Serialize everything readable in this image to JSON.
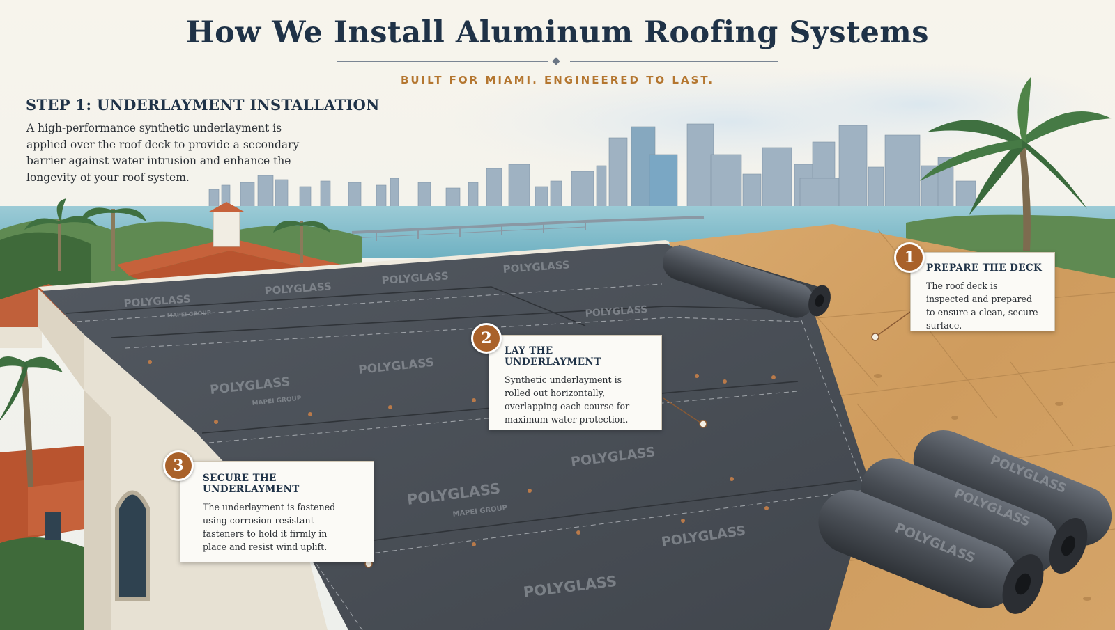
{
  "header": {
    "title": "How We Install Aluminum Roofing Systems",
    "subtitle": "BUILT FOR MIAMI. ENGINEERED TO LAST."
  },
  "intro": {
    "heading": "STEP 1: UNDERLAYMENT INSTALLATION",
    "body": "A high-performance synthetic underlayment is applied over the roof deck to provide a secondary barrier against water intrusion and enhance the longevity of your roof system."
  },
  "callouts": [
    {
      "number": "1",
      "title": "PREPARE THE DECK",
      "text": "The roof deck is inspected and prepared to ensure a clean, secure surface."
    },
    {
      "number": "2",
      "title": "LAY THE UNDERLAYMENT",
      "text": "Synthetic underlayment is rolled out horizontally, overlapping each course for maximum water protection."
    },
    {
      "number": "3",
      "title": "SECURE THE UNDERLAYMENT",
      "text": "The underlayment is fastened using corrosion-resistant fasteners to hold it firmly in place and resist wind uplift."
    }
  ],
  "scene": {
    "brand_label": "POLYGLASS",
    "brand_sublabel": "MAPEI GROUP",
    "icons": [
      "palm-tree-icon",
      "underlayment-roll-icon",
      "fastener-icon"
    ]
  },
  "colors": {
    "navy": "#1f3247",
    "accent": "#b4762f",
    "badge": "#a9612a",
    "membrane": "#4a4f56",
    "plywood": "#d5a66c",
    "water": "#86c1cf"
  }
}
